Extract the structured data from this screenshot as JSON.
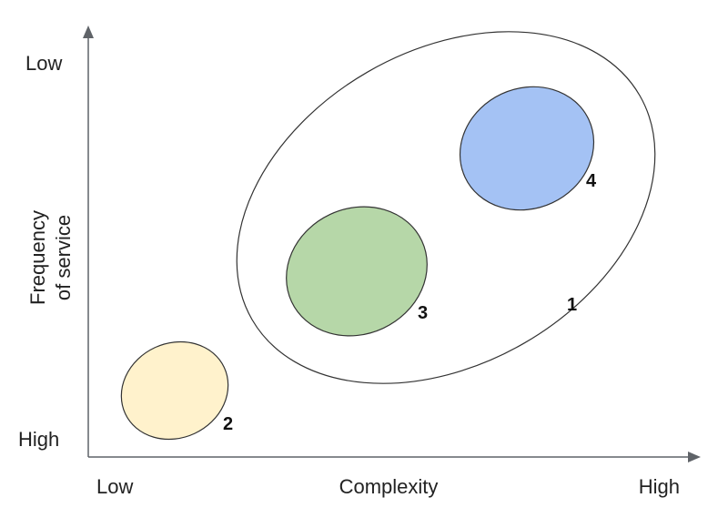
{
  "axes": {
    "x": {
      "title": "Complexity",
      "min_label": "Low",
      "max_label": "High"
    },
    "y": {
      "title_line1": "Frequency",
      "title_line2": "of service",
      "top_label": "Low",
      "bottom_label": "High"
    }
  },
  "regions": [
    {
      "id": "1",
      "label": "1",
      "fill": "#ffffff"
    },
    {
      "id": "2",
      "label": "2",
      "fill": "#fff2cc"
    },
    {
      "id": "3",
      "label": "3",
      "fill": "#b6d7a8"
    },
    {
      "id": "4",
      "label": "4",
      "fill": "#a4c2f4"
    }
  ],
  "colors": {
    "axis": "#5f6368",
    "outline": "#333333"
  }
}
